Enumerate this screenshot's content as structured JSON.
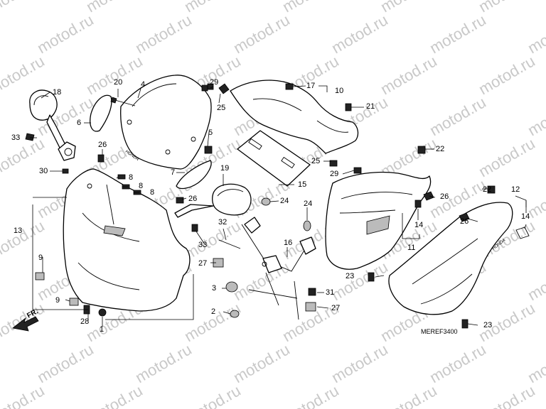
{
  "watermark": "motod.ru",
  "diagram_code": "MEREF3400",
  "front_label": "FR.",
  "brand_text": "HONDA",
  "callouts": [
    "1",
    "2",
    "3",
    "4",
    "5",
    "6",
    "7",
    "8",
    "9",
    "10",
    "11",
    "12",
    "13",
    "14",
    "15",
    "16",
    "17",
    "18",
    "19",
    "20",
    "21",
    "22",
    "23",
    "24",
    "25",
    "26",
    "27",
    "28",
    "29",
    "30",
    "31",
    "32",
    "33"
  ]
}
